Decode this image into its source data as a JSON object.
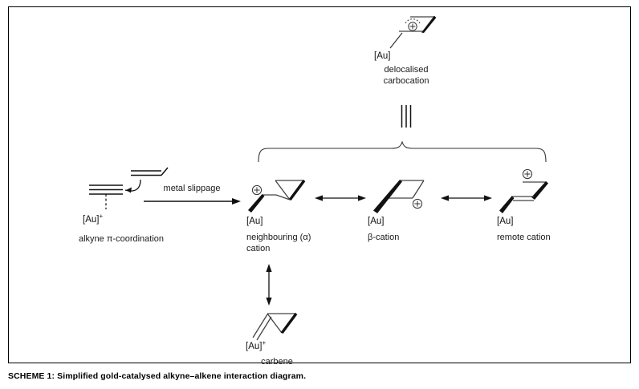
{
  "caption": "SCHEME 1: Simplified gold-catalysed alkyne–alkene interaction diagram.",
  "colors": {
    "ink": "#000000",
    "frame": "#000000",
    "background": "#ffffff",
    "text": "#1a1a1a"
  },
  "diagram": {
    "type": "reaction-scheme",
    "title": "Simplified gold-catalysed alkyne–alkene interaction diagram",
    "reaction_arrow_label": "metal slippage",
    "equivalence_symbol": "≡",
    "resonance_arrow_symbol": "↔",
    "structures": [
      {
        "id": "alkyne-pi-coordination",
        "label": "alkyne π-coordination",
        "metal_label": "[Au]",
        "metal_charge": "+",
        "charge_symbol": "",
        "description": "alkyne triple bond dative-bonded to cationic gold with pendant alkene and curved arrow"
      },
      {
        "id": "neighbouring-alpha-cation",
        "label_line1": "neighbouring (α)",
        "label_line2": "cation",
        "metal_label": "[Au]",
        "metal_charge": "",
        "charge_symbol": "⊕",
        "description": "cyclopropyl ring with adjacent carbocation bonded to gold"
      },
      {
        "id": "beta-cation",
        "label": "β-cation",
        "metal_label": "[Au]",
        "metal_charge": "",
        "charge_symbol": "⊕",
        "description": "cyclopropane ring with beta carbocation bonded to gold"
      },
      {
        "id": "remote-cation",
        "label": "remote cation",
        "metal_label": "[Au]",
        "metal_charge": "",
        "charge_symbol": "⊕",
        "description": "open chain alkene with remote carbocation bonded to gold"
      },
      {
        "id": "delocalised-carbocation",
        "label_line1": "delocalised",
        "label_line2": "carbocation",
        "metal_label": "[Au]",
        "metal_charge": "",
        "charge_symbol": "⊕",
        "description": "parallelogram ring with delocalised positive charge bonded to gold"
      },
      {
        "id": "carbene",
        "label": "carbene",
        "metal_label": "[Au]",
        "metal_charge": "+",
        "charge_symbol": "",
        "description": "cyclopropyl gold carbene with metal-carbon double bond"
      }
    ]
  }
}
